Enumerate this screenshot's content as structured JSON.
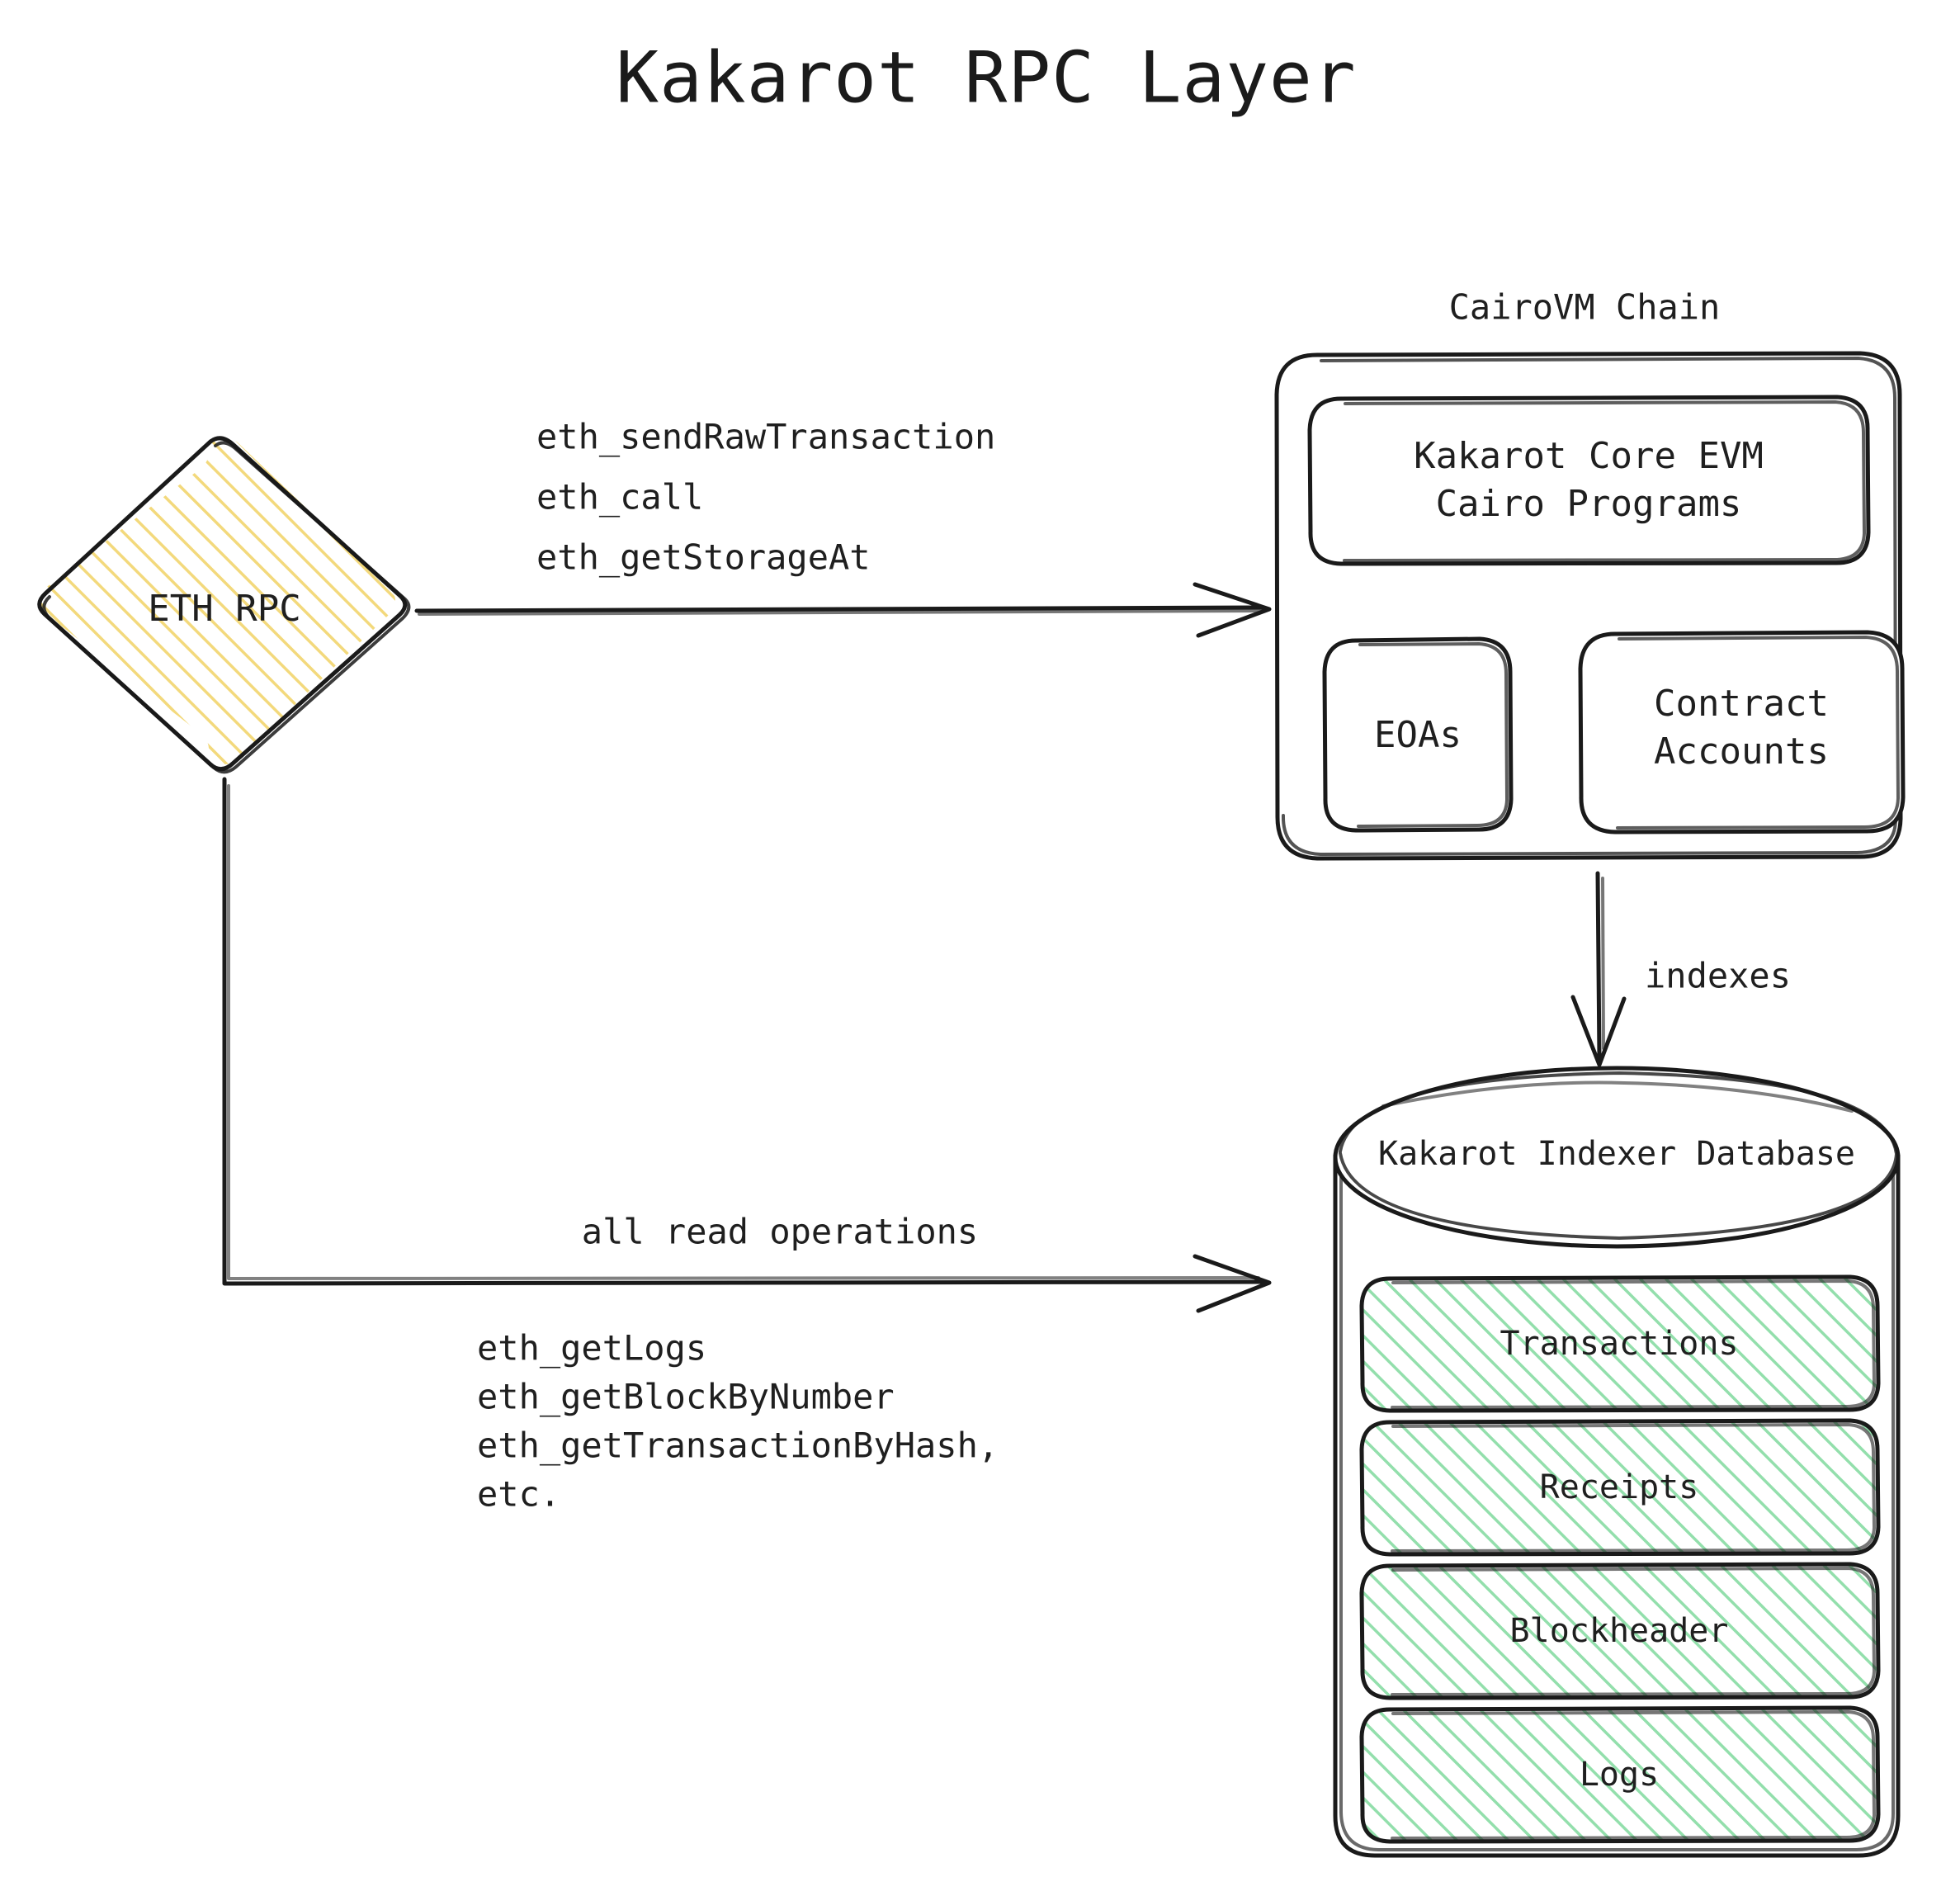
{
  "title": "Kakarot RPC Layer",
  "colors": {
    "stroke": "#1a1a1a",
    "text": "#1f1f1f",
    "background": "#ffffff",
    "yellow_hatch": "#f3d97c",
    "green_hatch": "#93dfac"
  },
  "nodes": {
    "eth_rpc": {
      "label": "ETH RPC",
      "shape": "diamond",
      "fill": "yellow-hatch"
    },
    "cairovm_chain": {
      "label": "CairoVM Chain",
      "shape": "rounded-group"
    },
    "kakarot_core": {
      "label_line1": "Kakarot Core EVM",
      "label_line2": "Cairo Programs",
      "shape": "rounded-rect"
    },
    "eoas": {
      "label": "EOAs",
      "shape": "rounded-rect"
    },
    "contract_accounts": {
      "label_line1": "Contract",
      "label_line2": "Accounts",
      "shape": "rounded-rect"
    },
    "indexer_db": {
      "label": "Kakarot Indexer Database",
      "shape": "cylinder"
    }
  },
  "db_tables": [
    {
      "label": "Transactions"
    },
    {
      "label": "Receipts"
    },
    {
      "label": "Blockheader"
    },
    {
      "label": "Logs"
    }
  ],
  "edges": {
    "rpc_to_chain": {
      "label_lines": [
        "eth_sendRawTransaction",
        "eth_call",
        "eth_getStorageAt"
      ],
      "arrowhead": "open"
    },
    "chain_to_db": {
      "label": "indexes",
      "arrowhead": "open"
    },
    "rpc_to_db": {
      "label_above": "all read operations",
      "label_below_lines": [
        "eth_getLogs",
        "eth_getBlockByNumber",
        "eth_getTransactionByHash,",
        "etc."
      ],
      "arrowhead": "open"
    }
  }
}
